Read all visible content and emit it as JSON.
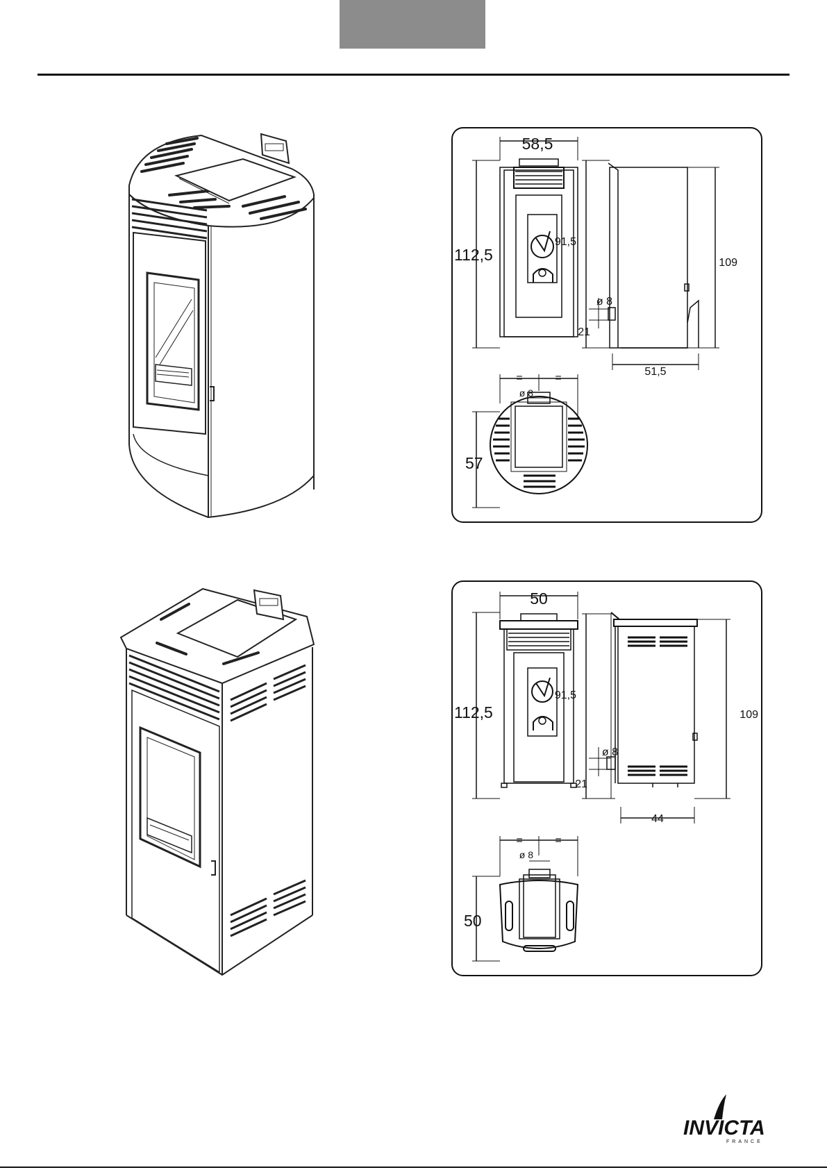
{
  "models": [
    {
      "name": "round-stove",
      "dims": {
        "width": "58,5",
        "height": "112,5",
        "flue_height": "91,5",
        "side_height": "109",
        "flue_diameter": "ø 8",
        "flue_offset": "21",
        "depth": "51,5",
        "equal_mark": "=",
        "plan_depth": "57"
      }
    },
    {
      "name": "square-stove",
      "dims": {
        "width": "50",
        "height": "112,5",
        "flue_height": "91,5",
        "side_height": "109",
        "flue_diameter": "ø 8",
        "flue_offset": "21",
        "depth": "44",
        "equal_mark": "=",
        "plan_depth": "50"
      }
    }
  ],
  "brand": {
    "name": "INVICTA",
    "sub": "FRANCE"
  },
  "colors": {
    "header_tab": "#8c8c8c",
    "line": "#111111"
  }
}
